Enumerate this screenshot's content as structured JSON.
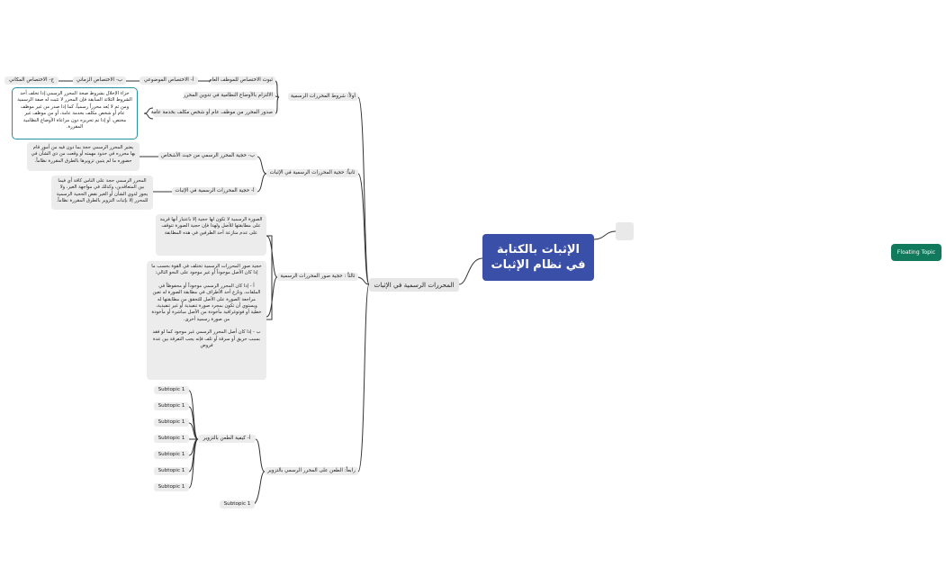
{
  "central_topic": "الإثبات بالكتابة في نظام الإثبات",
  "floating_topic": "Floating Topic",
  "main_topic": "المحررات الرسمية في الإثبات",
  "branches": {
    "first": {
      "label": "أولاً: شروط المحررات الرسمية",
      "items": [
        "ثبوت الاختصاص للموظف العام",
        "الالتزام بالأوضاع النظامية في تدوين المحرر",
        "صدور المحرر من موظف عام أو شخص مكلف بخدمة عامة"
      ],
      "competence": {
        "objective": "أ- الاختصاص الموضوعي",
        "temporal": "ب- الاختصاص الزماني",
        "spatial": "ج- الاختصاص المكاني"
      },
      "note": "جزاء الإخلال بشروط صحة المحرر الرسمي:إذا تخلف أحد الشروط الثلاثة السابقة فإن المحرر لا تثبت له صفة الرسمية ومن ثم لا يُعد محرراً رسمياً، كما إذا صدر من غير موظف عام أو شخص مكلف بخدمة عامة، أو من موظف غير مختص، أو إذا تم تحريره دون مراعاة الأوضاع النظامية المقررة."
    },
    "second": {
      "label": "ثانياً: حجية المحررات الرسمية في الإثبات",
      "persons": "ب- حجية المحرر الرسمي من حيث الأشخاص",
      "persons_note": "يعتبر المحرر الرسمي حجة بما دون فيه من أمور قام بها محرره في حدود مهمته أو وقعت من ذي الشأن في حضوره ما لم يتبين تزويرها بالطرق المقررة نظاماً.",
      "proof": "أ- حجية المحررات الرسمية في الإثبات",
      "proof_note": "المحرر الرسمي حجة على الناس كافة أي فيما بين المتعاقدين، وكذلك في مواجهة الغير، ولا يجوز لذوي الشأن أو الغير نقض الحجية الرسمية للمحرر إلا بإثبات التزوير بالطرق المقررة نظاماً."
    },
    "third": {
      "label": "ثالثاً : حجية صور المحررات الرسمية",
      "note1": "الصورة الرسمية لا تكون لها حجية إلا باعتبار أنها قرينة على مطابقتها للأصل ولهذا فإن حجية الصورة تتوقف على عدم منازعة أحد الطرفين في هذه المطابقة",
      "note2_p1": "حجية صور المحررات الرسمية تختلف في القوة بحسب ما إذا كان الأصل موجوداً أو غير موجود على النحو التالي:",
      "note2_p2": "أ - إذا كان المحرر الرسمي موجوداً أو محفوظاً في الملفات، ونازع أحد الأطراف في مطابقة الصورة له تعين مراجعة الصورة على الأصل للتحقق من مطابقتها له ويستوي أن تكون بمجرد صورة تنفيذية أو غير تنفيذية، خطية أو فوتوغرافية مأخوذة من الأصل مباشرة أو مأخوذة من صورة رسمية أخرى.",
      "note2_p3": "ب - إذا كان أصل المحرر الرسمي غير موجود كما لو فقد بسبب حريق أو سرقة أو تلف فإنه يجب التفرقة بين عدة فروض"
    },
    "fourth": {
      "label": "رابعاً: الطعن على المحرر الرسمي بالتزوير",
      "method": "أ- كيفية الطعن بالتزوير",
      "subtopics": [
        "Subtopic 1",
        "Subtopic 1",
        "Subtopic 1",
        "Subtopic 1",
        "Subtopic 1",
        "Subtopic 1",
        "Subtopic 1"
      ],
      "extra_subtopic": "Subtopic 1"
    }
  },
  "colors": {
    "central_fill": "#3a4fa8",
    "floating_fill": "#117a5c",
    "note_border": "#2a8fa0",
    "connector": "#333333",
    "node_fill": "#ececec"
  }
}
